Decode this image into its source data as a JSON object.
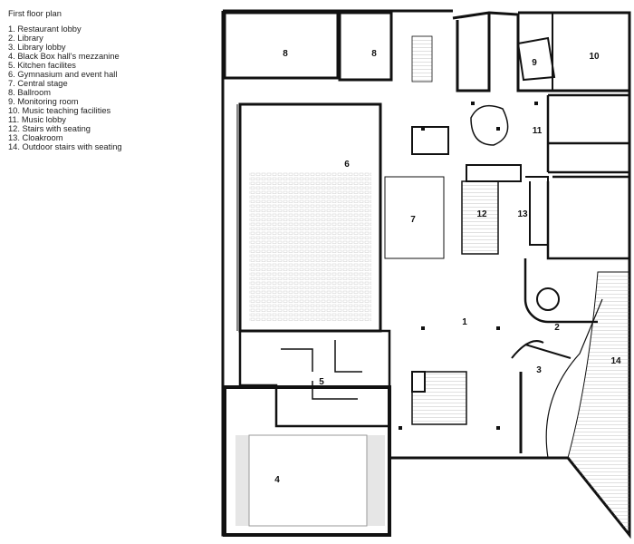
{
  "legend": {
    "title": "First floor plan",
    "items": [
      "1. Restaurant lobby",
      "2. Library",
      "3. Library lobby",
      "4. Black Box hall's mezzanine",
      "5. Kitchen facilites",
      "6. Gymnasium and event hall",
      "7. Central stage",
      "8. Ballroom",
      "9. Monitoring room",
      "10. Music teaching facilities",
      "11. Music lobby",
      "12. Stairs with seating",
      "13. Cloakroom",
      "14. Outdoor stairs with seating"
    ]
  },
  "rooms": {
    "r1": "1",
    "r2": "2",
    "r3": "3",
    "r4": "4",
    "r5": "5",
    "r6": "6",
    "r7": "7",
    "r8a": "8",
    "r8b": "8",
    "r9": "9",
    "r10": "10",
    "r11": "11",
    "r12": "12",
    "r13": "13",
    "r14": "14"
  },
  "colors": {
    "wall": "#111111",
    "hatch": "#bbbbbb",
    "fill": "#e6e6e6"
  }
}
